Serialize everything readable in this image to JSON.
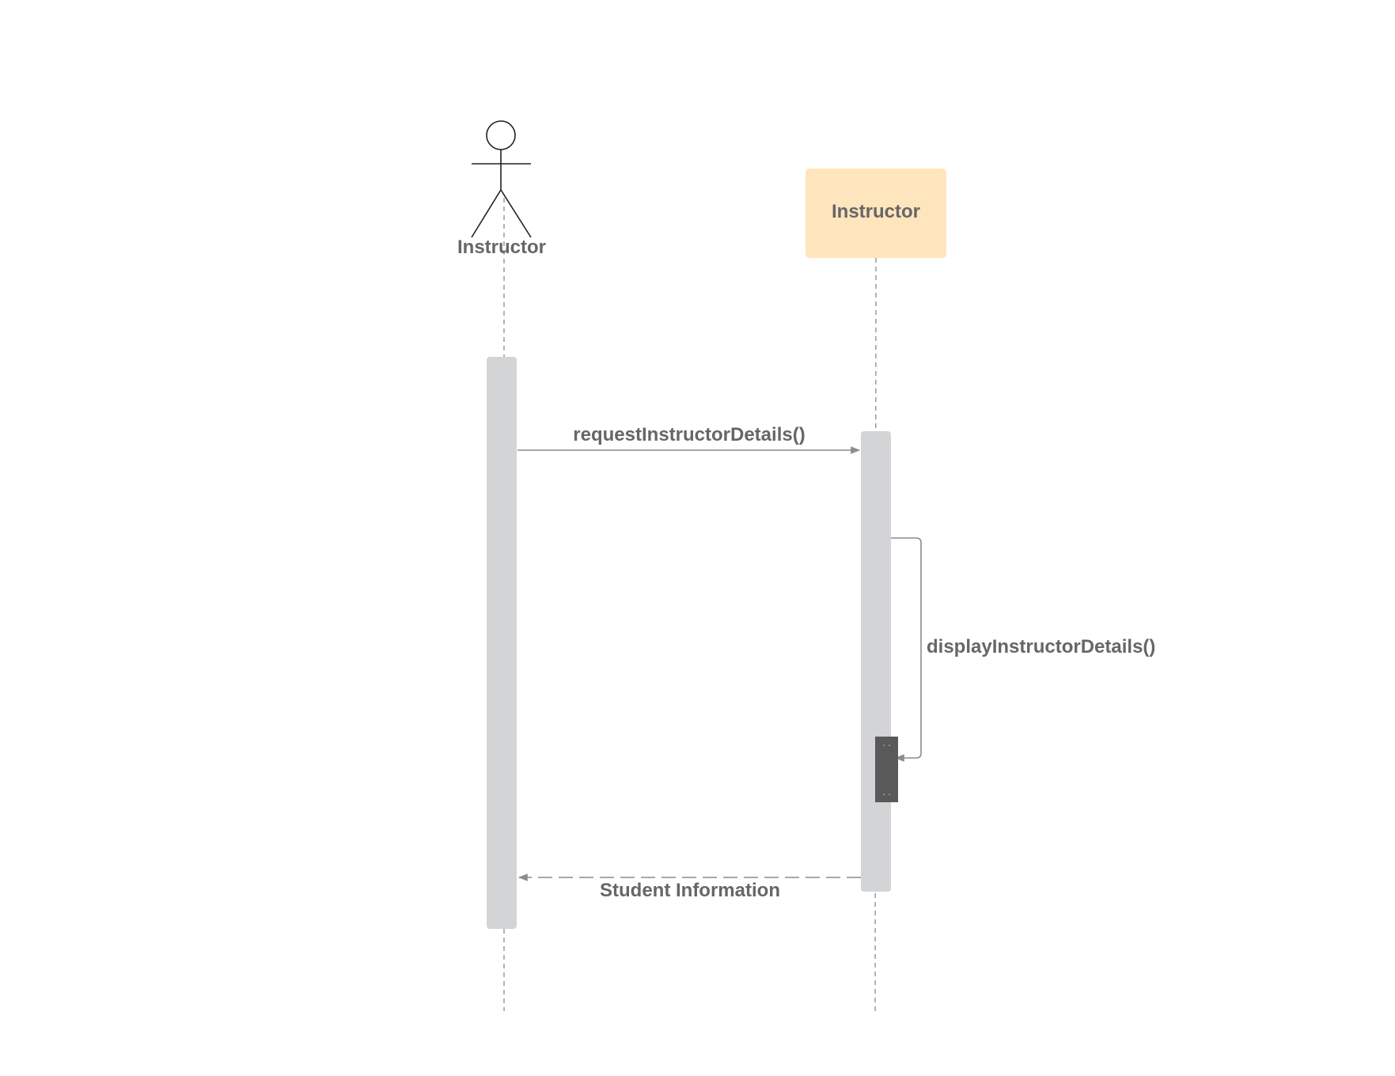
{
  "diagram": {
    "type": "sequence",
    "participants": [
      {
        "kind": "actor",
        "label": "Instructor"
      },
      {
        "kind": "object",
        "label": "Instructor",
        "fill_color": "#ffe5bd"
      }
    ],
    "messages": [
      {
        "label": "requestInstructorDetails()",
        "from": 0,
        "to": 1,
        "style": "solid"
      },
      {
        "label": "displayInstructorDetails()",
        "from": 1,
        "to": 1,
        "style": "solid"
      },
      {
        "label": "Student Information",
        "from": 1,
        "to": 0,
        "style": "dashed"
      }
    ],
    "colors": {
      "activation": "#d3d4d6",
      "self_activation": "#595959",
      "arrow": "#8c8c8c",
      "lifeline": "#9a9a9a",
      "text": "#666666"
    }
  }
}
